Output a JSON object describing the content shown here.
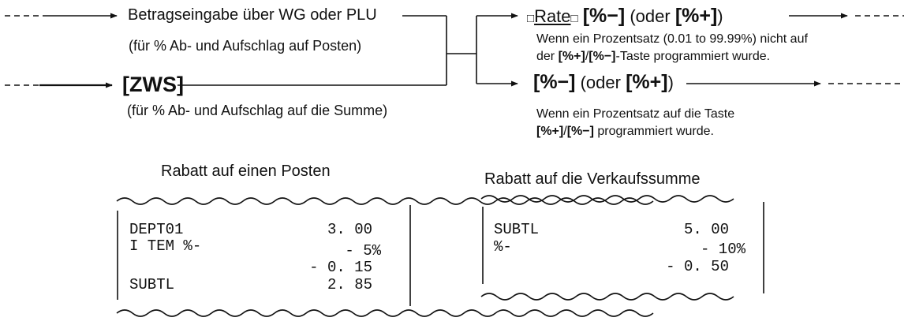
{
  "flow": {
    "entry_item": "Betragseingabe über WG oder PLU",
    "entry_item_note": "(für % Ab- und Aufschlag auf Posten)",
    "entry_subtotal": "[ZWS]",
    "entry_subtotal_note": "(für % Ab- und Aufschlag auf die Summe)",
    "rate_key_open": "□",
    "rate_word": "Rate",
    "rate_key_close": "□",
    "rate_key": "[%−]",
    "rate_alt_pre": " (oder ",
    "rate_alt_key": "[%+]",
    "rate_alt_post": ")",
    "rate_note_line1": "Wenn ein Prozentsatz (0.01 to 99.99%) nicht auf",
    "rate_note_line2_pre": "der ",
    "rate_note_line2_key": "[%+]",
    "rate_note_line2_mid": "/",
    "rate_note_line2_key2": "[%−]",
    "rate_note_line2_post": "-Taste programmiert wurde.",
    "preset_key": "[%−]",
    "preset_alt_pre": " (oder ",
    "preset_alt_key": "[%+]",
    "preset_alt_post": ")",
    "preset_note_line1": "Wenn ein Prozentsatz auf die Taste",
    "preset_note_line2_key": "[%+]",
    "preset_note_line2_mid": "/",
    "preset_note_line2_key2": "[%−]",
    "preset_note_line2_post": " programmiert wurde."
  },
  "receipt_item": {
    "title": "Rabatt auf einen Posten",
    "rows": [
      {
        "label": "DEPT01",
        "value": "3. 00"
      },
      {
        "label": "I TEM %-",
        "value": "- 5%"
      },
      {
        "label": "",
        "value": "- 0. 15"
      },
      {
        "label": "SUBTL",
        "value": "2. 85"
      }
    ]
  },
  "receipt_total": {
    "title": "Rabatt auf die Verkaufssumme",
    "rows": [
      {
        "label": "SUBTL",
        "value": "5. 00"
      },
      {
        "label": "%-",
        "value": "- 10%"
      },
      {
        "label": "",
        "value": "- 0. 50"
      }
    ]
  },
  "colors": {
    "ink": "#111111",
    "paper": "#ffffff"
  }
}
